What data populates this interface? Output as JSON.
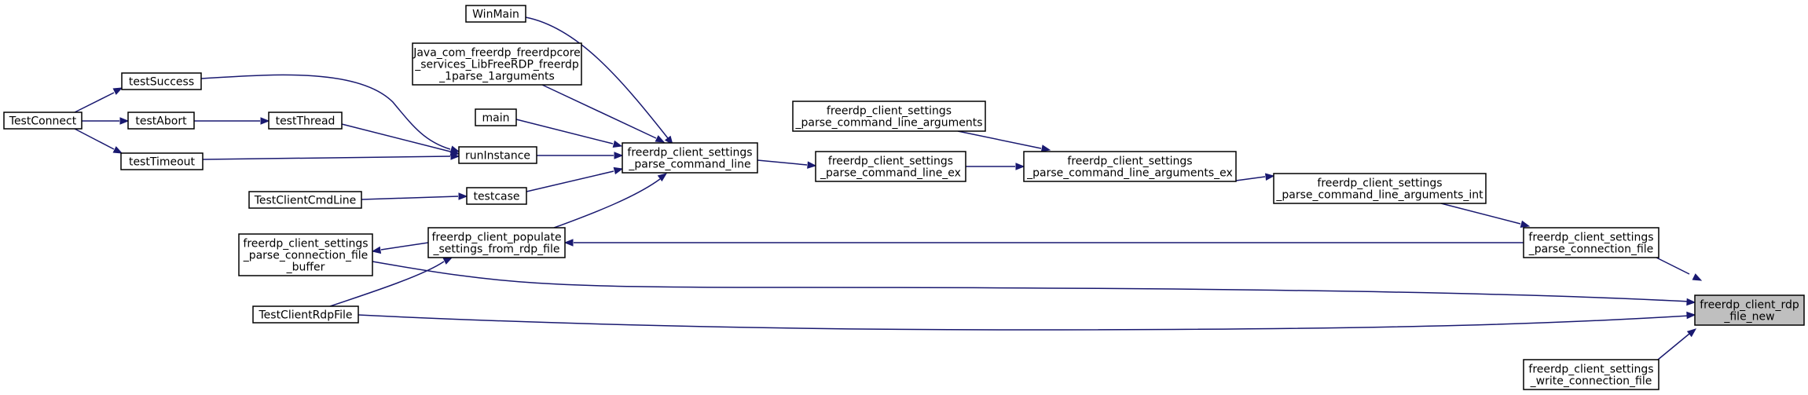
{
  "graph": {
    "nodes": [
      {
        "id": "focus",
        "lines": [
          "freerdp_client_rdp",
          "_file_new"
        ],
        "focus": true
      },
      {
        "id": "parse_connection_file",
        "lines": [
          "freerdp_client_settings",
          "_parse_connection_file"
        ]
      },
      {
        "id": "parse_connection_file_buffer",
        "lines": [
          "freerdp_client_settings",
          "_parse_connection_file",
          "_buffer"
        ]
      },
      {
        "id": "TestClientRdpFile",
        "lines": [
          "TestClientRdpFile"
        ]
      },
      {
        "id": "write_connection_file",
        "lines": [
          "freerdp_client_settings",
          "_write_connection_file"
        ]
      },
      {
        "id": "parse_cla_int",
        "lines": [
          "freerdp_client_settings",
          "_parse_command_line_arguments_int"
        ]
      },
      {
        "id": "parse_cla_ex",
        "lines": [
          "freerdp_client_settings",
          "_parse_command_line_arguments_ex"
        ]
      },
      {
        "id": "parse_cla",
        "lines": [
          "freerdp_client_settings",
          "_parse_command_line_arguments"
        ]
      },
      {
        "id": "parse_cl_ex",
        "lines": [
          "freerdp_client_settings",
          "_parse_command_line_ex"
        ]
      },
      {
        "id": "parse_cl",
        "lines": [
          "freerdp_client_settings",
          "_parse_command_line"
        ]
      },
      {
        "id": "WinMain",
        "lines": [
          "WinMain"
        ]
      },
      {
        "id": "Java",
        "lines": [
          "Java_com_freerdp_freerdpcore",
          "_services_LibFreeRDP_freerdp",
          "_1parse_1arguments"
        ]
      },
      {
        "id": "main",
        "lines": [
          "main"
        ]
      },
      {
        "id": "runInstance",
        "lines": [
          "runInstance"
        ]
      },
      {
        "id": "testcase",
        "lines": [
          "testcase"
        ]
      },
      {
        "id": "populate",
        "lines": [
          "freerdp_client_populate",
          "_settings_from_rdp_file"
        ]
      },
      {
        "id": "testSuccess",
        "lines": [
          "testSuccess"
        ]
      },
      {
        "id": "testAbort",
        "lines": [
          "testAbort"
        ]
      },
      {
        "id": "testThread",
        "lines": [
          "testThread"
        ]
      },
      {
        "id": "testTimeout",
        "lines": [
          "testTimeout"
        ]
      },
      {
        "id": "TestConnect",
        "lines": [
          "TestConnect"
        ]
      },
      {
        "id": "TestClientCmdLine",
        "lines": [
          "TestClientCmdLine"
        ]
      }
    ],
    "edges": [
      {
        "from": "parse_connection_file",
        "to": "focus"
      },
      {
        "from": "parse_connection_file_buffer",
        "to": "focus"
      },
      {
        "from": "TestClientRdpFile",
        "to": "focus"
      },
      {
        "from": "write_connection_file",
        "to": "focus"
      },
      {
        "from": "parse_cla_int",
        "to": "parse_connection_file"
      },
      {
        "from": "parse_connection_file",
        "to": "populate"
      },
      {
        "from": "parse_cla_ex",
        "to": "parse_cla_int"
      },
      {
        "from": "parse_cla",
        "to": "parse_cla_ex"
      },
      {
        "from": "parse_cl_ex",
        "to": "parse_cla_ex"
      },
      {
        "from": "parse_cl",
        "to": "parse_cl_ex"
      },
      {
        "from": "WinMain",
        "to": "parse_cl"
      },
      {
        "from": "Java",
        "to": "parse_cl"
      },
      {
        "from": "main",
        "to": "parse_cl"
      },
      {
        "from": "runInstance",
        "to": "parse_cl"
      },
      {
        "from": "testcase",
        "to": "parse_cl"
      },
      {
        "from": "populate",
        "to": "parse_cl"
      },
      {
        "from": "populate",
        "to": "parse_connection_file_buffer"
      },
      {
        "from": "TestClientRdpFile",
        "to": "populate"
      },
      {
        "from": "testSuccess",
        "to": "runInstance"
      },
      {
        "from": "testThread",
        "to": "runInstance"
      },
      {
        "from": "testTimeout",
        "to": "runInstance"
      },
      {
        "from": "testAbort",
        "to": "testThread"
      },
      {
        "from": "TestConnect",
        "to": "testSuccess"
      },
      {
        "from": "TestConnect",
        "to": "testAbort"
      },
      {
        "from": "TestConnect",
        "to": "testTimeout"
      },
      {
        "from": "TestClientCmdLine",
        "to": "testcase"
      }
    ]
  }
}
